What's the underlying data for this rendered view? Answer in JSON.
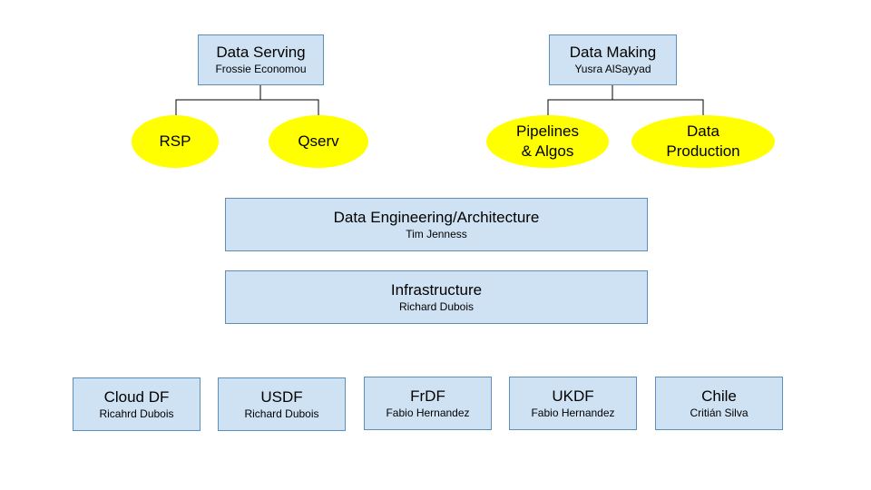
{
  "top_groups": [
    {
      "title": "Data Serving",
      "person": "Frossie Economou",
      "children": [
        {
          "label": "RSP"
        },
        {
          "label": "Qserv"
        }
      ]
    },
    {
      "title": "Data Making",
      "person": "Yusra AlSayyad",
      "children": [
        {
          "label": "Pipelines\n& Algos"
        },
        {
          "label": "Data\nProduction"
        }
      ]
    }
  ],
  "layers": [
    {
      "title": "Data Engineering/Architecture",
      "person": "Tim Jenness"
    },
    {
      "title": "Infrastructure",
      "person": "Richard Dubois"
    }
  ],
  "facilities": [
    {
      "title": "Cloud DF",
      "person": "Ricahrd Dubois"
    },
    {
      "title": "USDF",
      "person": "Richard Dubois"
    },
    {
      "title": "FrDF",
      "person": "Fabio Hernandez"
    },
    {
      "title": "UKDF",
      "person": "Fabio Hernandez"
    },
    {
      "title": "Chile",
      "person": "Critián Silva"
    }
  ],
  "colors": {
    "box_fill": "#cfe2f3",
    "box_border": "#5b8fb9",
    "ellipse_fill": "#ffff00",
    "connector": "#000000"
  }
}
